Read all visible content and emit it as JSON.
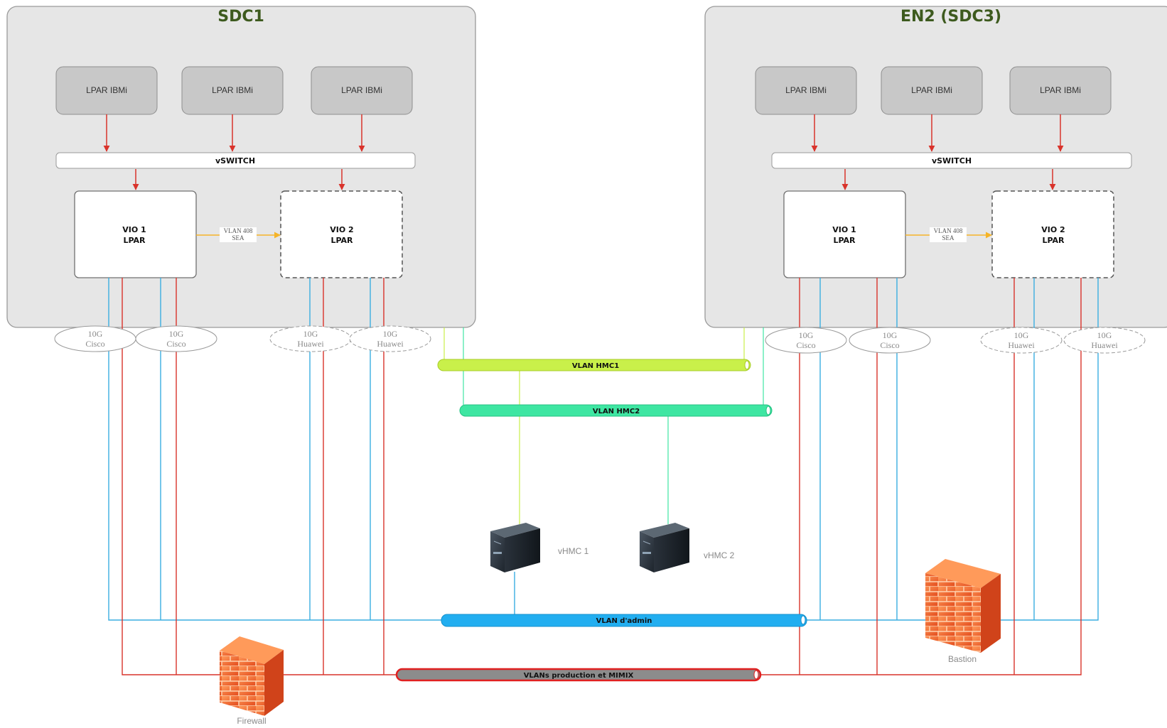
{
  "sites": {
    "left": {
      "title": "SDC1"
    },
    "right": {
      "title": "EN2 (SDC3)"
    }
  },
  "lpar_label": "LPAR IBMi",
  "vswitch_label": "vSWITCH",
  "vio1": {
    "line1": "VIO 1",
    "line2": "LPAR"
  },
  "vio2": {
    "line1": "VIO 2",
    "line2": "LPAR"
  },
  "sea": {
    "line1": "VLAN 408",
    "line2": "SEA"
  },
  "ports": {
    "cisco": {
      "speed": "10G",
      "vendor": "Cisco"
    },
    "huawei": {
      "speed": "10G",
      "vendor": "Huawei"
    }
  },
  "vlans": {
    "hmc1": "VLAN HMC1",
    "hmc2": "VLAN HMC2",
    "admin": "VLAN d'admin",
    "prod": "VLANs production et MIMIX"
  },
  "servers": {
    "vhmc1": "vHMC 1",
    "vhmc2": "vHMC 2"
  },
  "firewall_label": "Firewall",
  "bastion_label": "Bastion",
  "colors": {
    "red_link": "#d9332b",
    "blue_link": "#3aaee0",
    "hmc1": "#c9f04a",
    "hmc2": "#3ee6a2",
    "admin": "#22aef0",
    "prod_border": "#e02020",
    "prod_fill": "#8c8c8c",
    "sea_arrow": "#f5b428",
    "site_bg": "#e6e6e6",
    "title": "#3d5a1e"
  }
}
